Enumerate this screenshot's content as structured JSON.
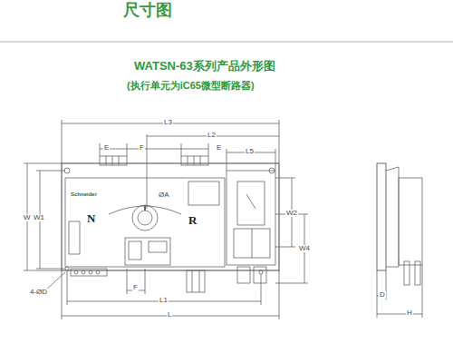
{
  "diagram": {
    "title": "尺寸图",
    "labels": [
      "WATSN-63系列产品外形图",
      "(执行单元为iC65微型断路器)",
      "L3",
      "L2",
      "E",
      "F",
      "E",
      "L5",
      "ØA",
      "W",
      "W1",
      "W2",
      "W4",
      "N",
      "R",
      "Schneider",
      "4-ØD",
      "F",
      "L1",
      "L",
      "D",
      "H"
    ]
  }
}
